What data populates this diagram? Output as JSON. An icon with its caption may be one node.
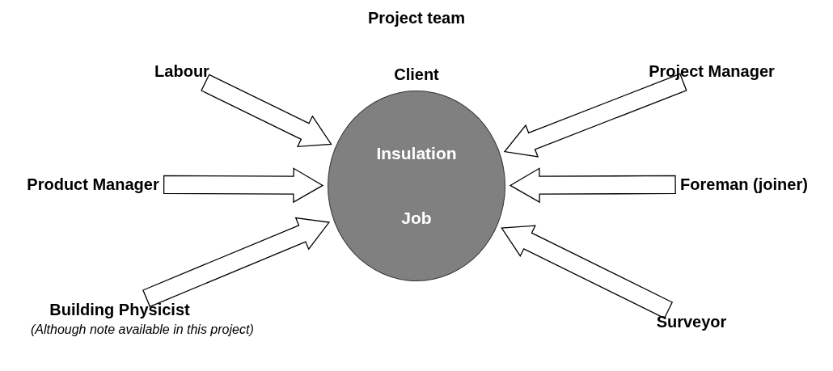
{
  "diagram": {
    "title": "Project team",
    "nodes": [
      {
        "text": [
          "Labour"
        ]
      },
      {
        "text": [
          "Project Manager"
        ]
      },
      {
        "text": [
          "Product Manager"
        ]
      },
      {
        "text": [
          "Insulation",
          "Job"
        ]
      },
      {
        "text": [
          "Foreman (joiner)"
        ]
      },
      {
        "text": [
          "Building Physicist"
        ],
        "beside": [
          "(Although note available in this project)"
        ]
      },
      {
        "text": [
          "Surveyor"
        ]
      }
    ],
    "edges": [
      {
        "from": 0,
        "to": 3,
        "arrow": "to"
      },
      {
        "from": 1,
        "to": 3,
        "arrow": "to"
      },
      {
        "from": 2,
        "to": 3,
        "arrow": "to"
      },
      {
        "from": 4,
        "to": 3,
        "arrow": "to"
      },
      {
        "from": 5,
        "to": 3,
        "arrow": "to"
      },
      {
        "from": 6,
        "to": 3,
        "arrow": "to"
      }
    ],
    "labels": [
      "Client"
    ]
  }
}
